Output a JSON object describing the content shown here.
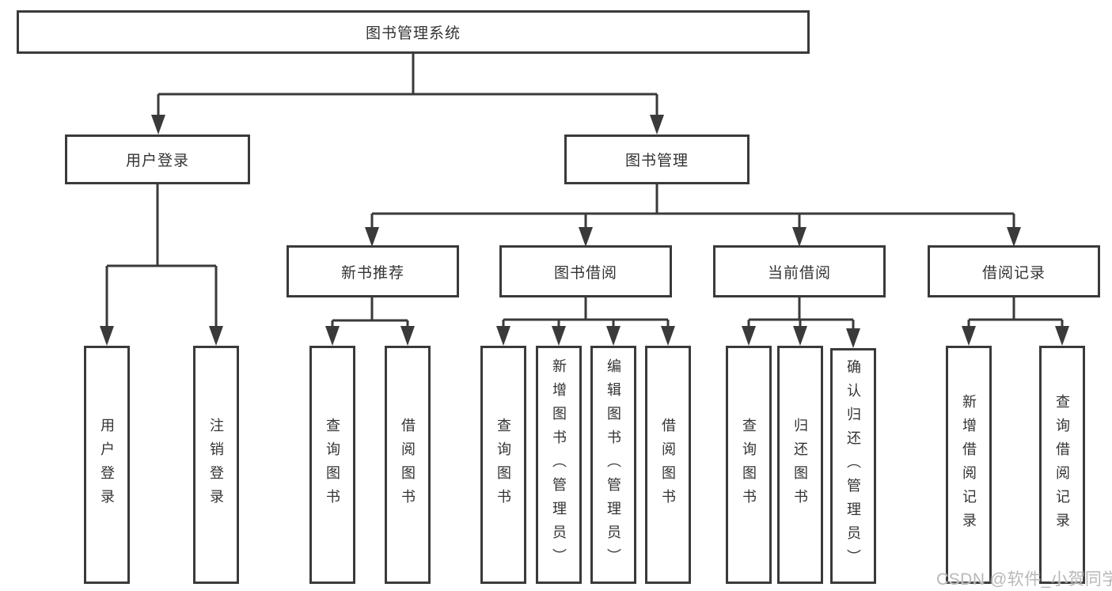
{
  "tree": {
    "root": {
      "label": "图书管理系统"
    },
    "branches": [
      {
        "label": "用户登录",
        "leaves": [
          "用户登录",
          "注销登录"
        ]
      },
      {
        "label": "图书管理",
        "sections": [
          {
            "label": "新书推荐",
            "leaves": [
              "查询图书",
              "借阅图书"
            ]
          },
          {
            "label": "图书借阅",
            "leaves": [
              "查询图书",
              "新增图书（管理员）",
              "编辑图书（管理员）",
              "借阅图书"
            ]
          },
          {
            "label": "当前借阅",
            "leaves": [
              "查询图书",
              "归还图书",
              "确认归还（管理员）"
            ]
          },
          {
            "label": "借阅记录",
            "leaves": [
              "新增借阅记录",
              "查询借阅记录"
            ]
          }
        ]
      }
    ]
  },
  "watermark": "CSDN @软件_小贺同学",
  "colors": {
    "line": "#3a3a3a",
    "box_border": "#3a3a3a",
    "text": "#333333",
    "watermark": "#b8b8b8",
    "background": "#ffffff"
  }
}
